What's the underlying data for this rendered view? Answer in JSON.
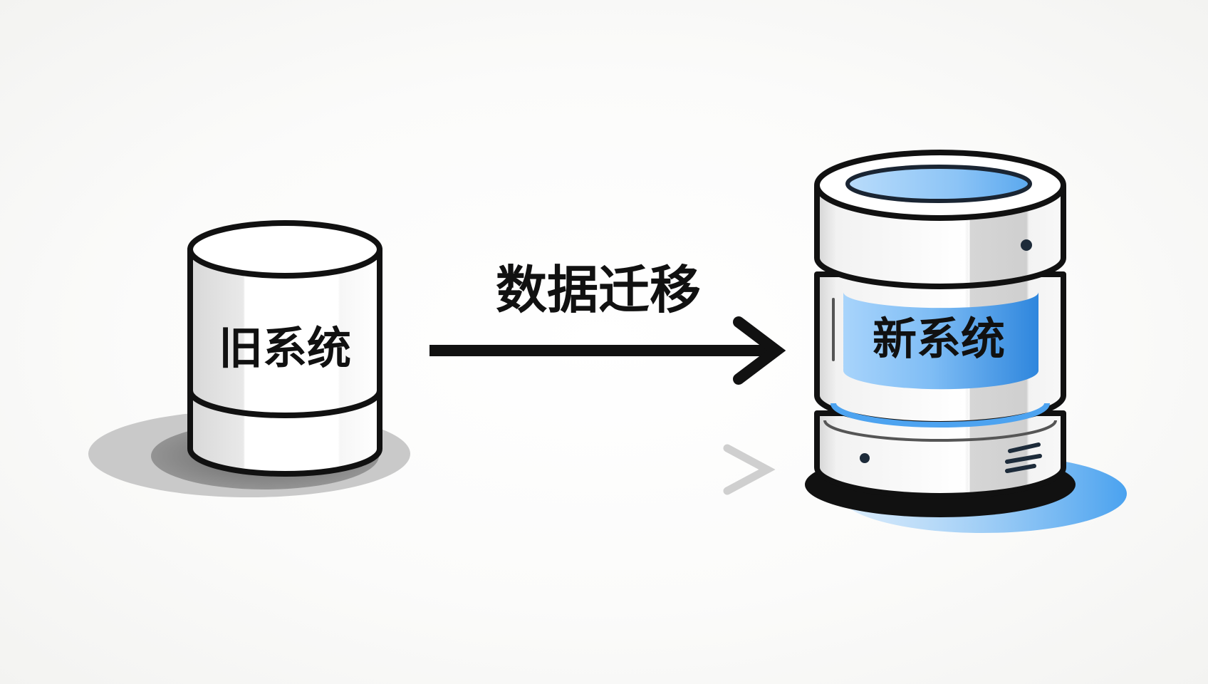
{
  "diagram": {
    "old_system": {
      "label": "旧系统"
    },
    "new_system": {
      "label": "新系统"
    },
    "migration": {
      "label": "数据迁移"
    },
    "colors": {
      "outline": "#111111",
      "cylinder_body": "#eeeeee",
      "cylinder_shade": "#d0d0d0",
      "accent_blue": "#4da3f0",
      "accent_blue_light": "#a9d3fb",
      "shadow_gray": "#9a9a9a",
      "ghost_arrow": "#d9d9d9"
    },
    "icons": {
      "old_system_shape": "database-cylinder-icon",
      "new_system_shape": "server-database-icon",
      "migration_arrow": "arrow-right-icon"
    }
  }
}
